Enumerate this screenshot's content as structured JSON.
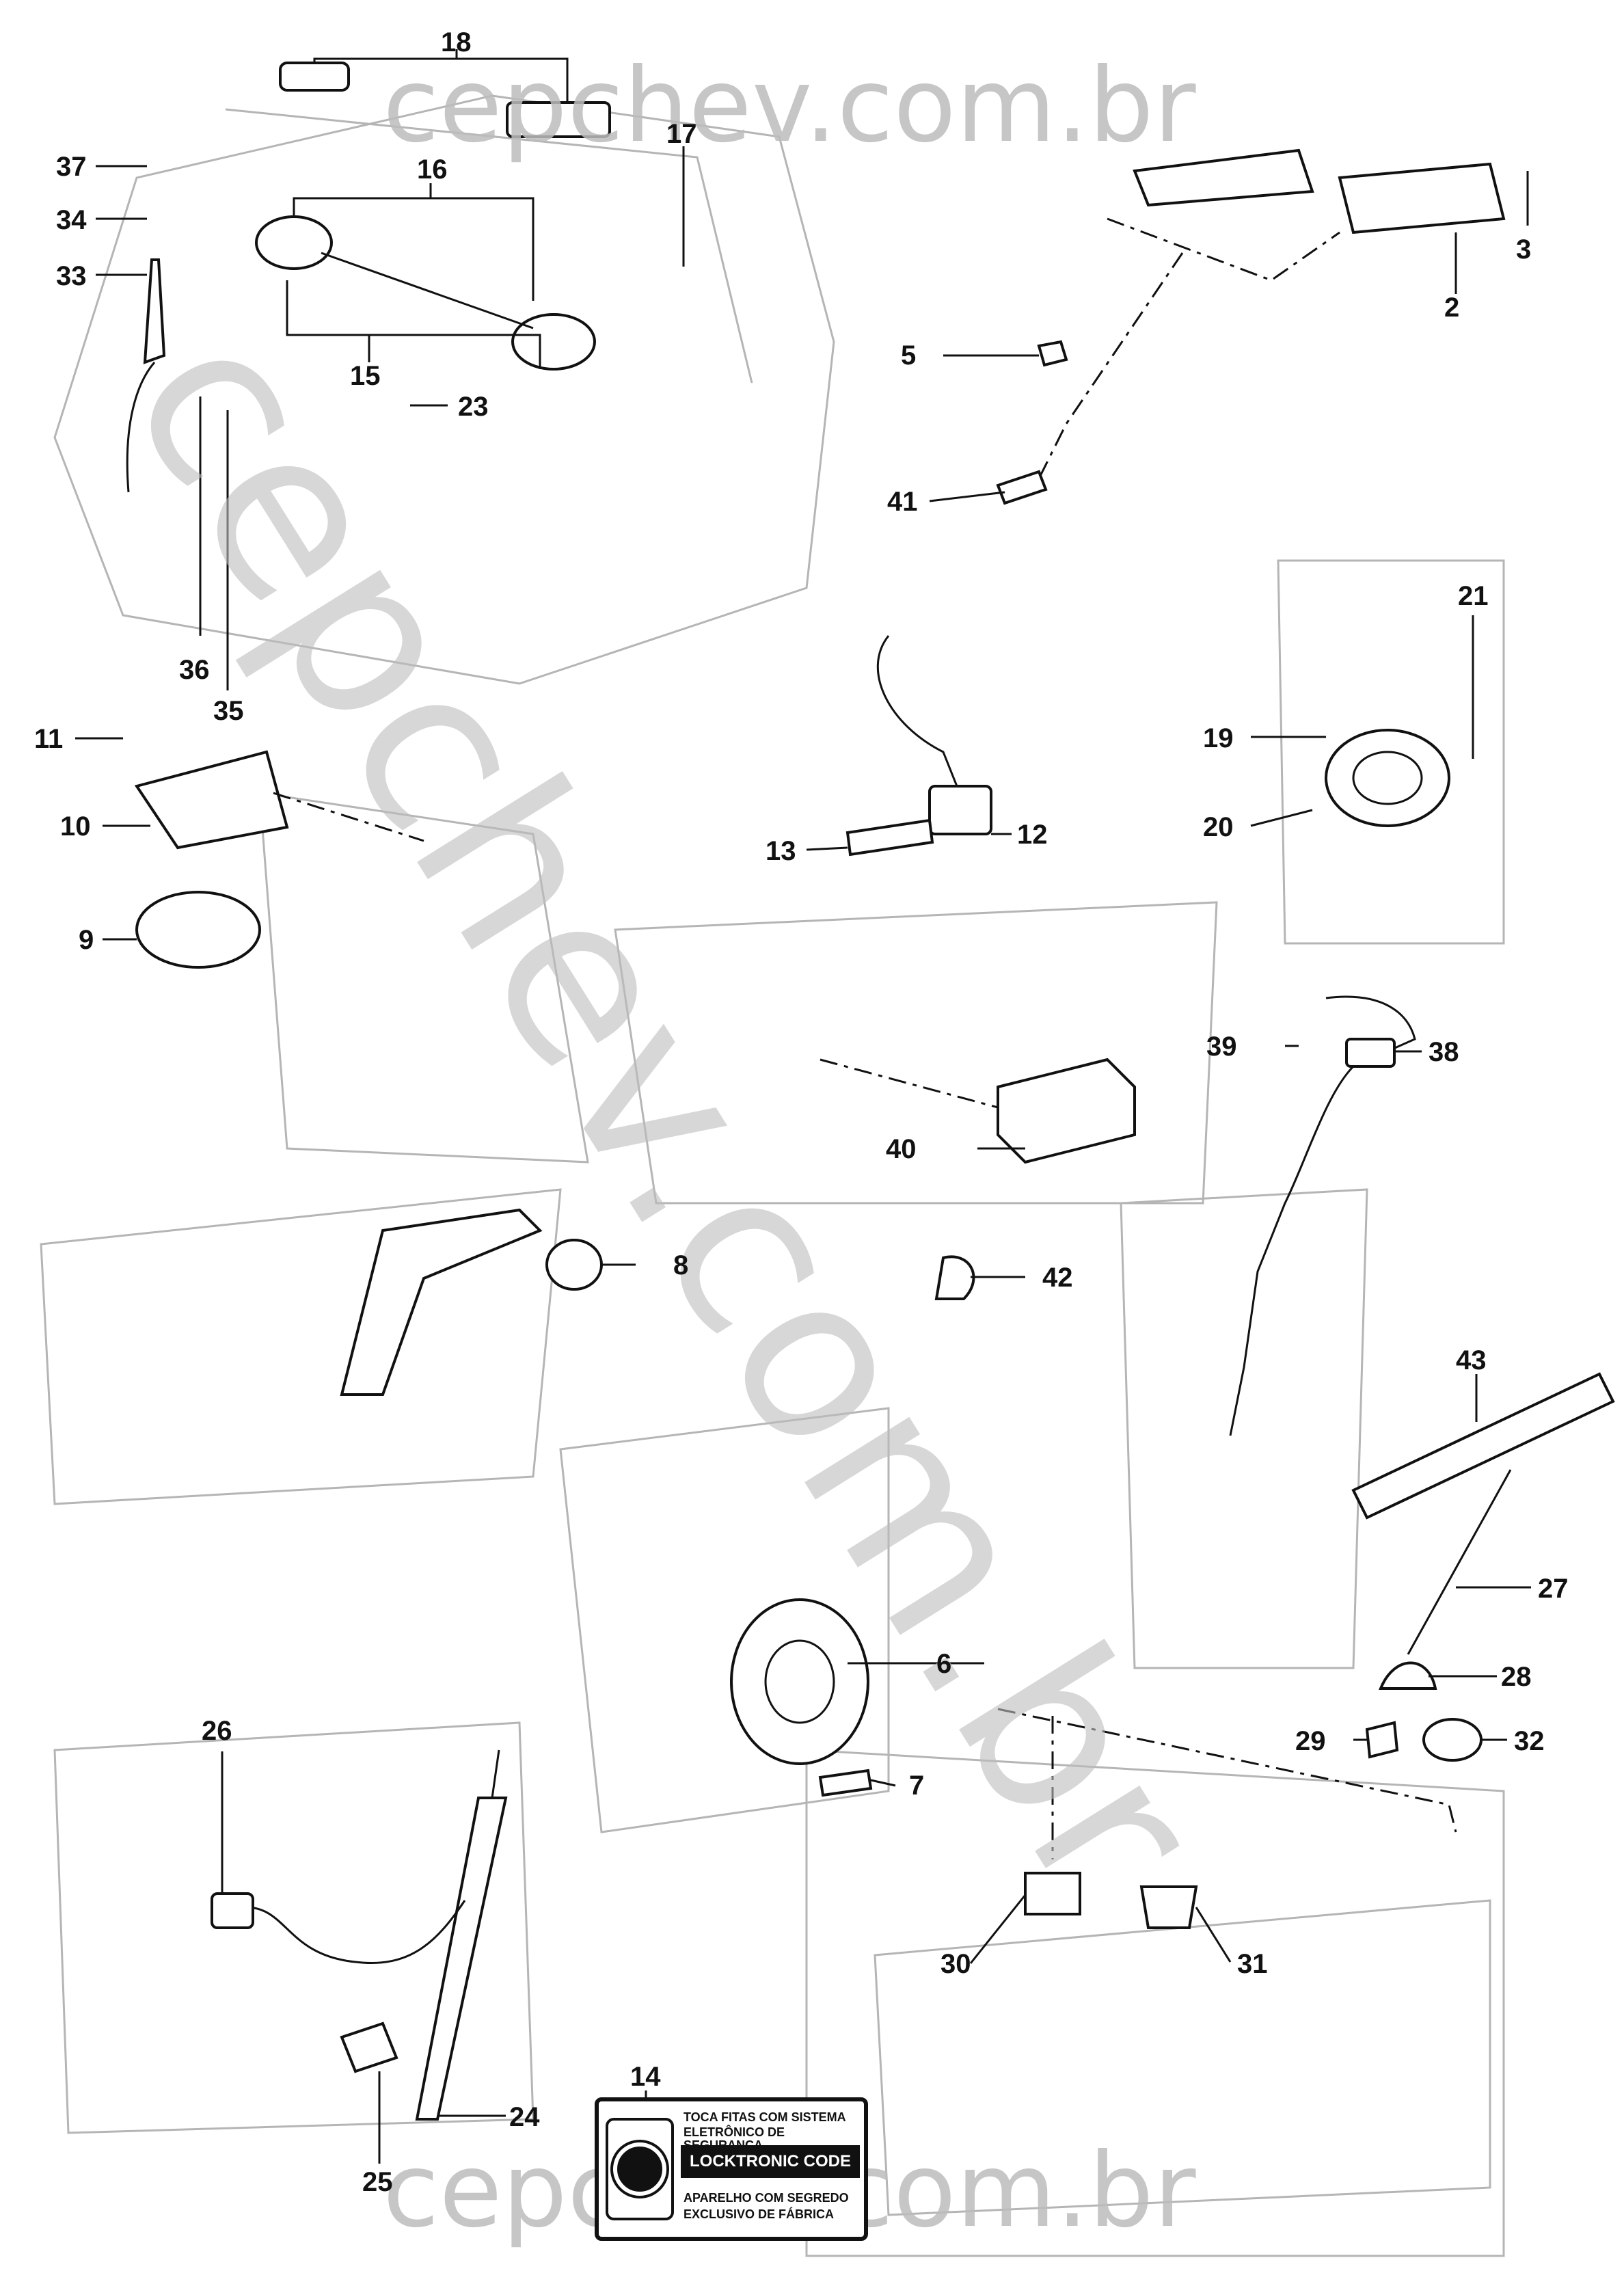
{
  "watermark": {
    "top": "cepchev.com.br",
    "diagonal": "cepchev.com.br",
    "bottom": "cepchev.com.br"
  },
  "callouts": [
    {
      "id": "c2",
      "label": "2"
    },
    {
      "id": "c3",
      "label": "3"
    },
    {
      "id": "c5",
      "label": "5"
    },
    {
      "id": "c6",
      "label": "6"
    },
    {
      "id": "c7",
      "label": "7"
    },
    {
      "id": "c8",
      "label": "8"
    },
    {
      "id": "c9",
      "label": "9"
    },
    {
      "id": "c10",
      "label": "10"
    },
    {
      "id": "c11",
      "label": "11"
    },
    {
      "id": "c12",
      "label": "12"
    },
    {
      "id": "c13",
      "label": "13"
    },
    {
      "id": "c14",
      "label": "14"
    },
    {
      "id": "c15",
      "label": "15"
    },
    {
      "id": "c16",
      "label": "16"
    },
    {
      "id": "c17",
      "label": "17"
    },
    {
      "id": "c18",
      "label": "18"
    },
    {
      "id": "c19",
      "label": "19"
    },
    {
      "id": "c20",
      "label": "20"
    },
    {
      "id": "c21",
      "label": "21"
    },
    {
      "id": "c23",
      "label": "23"
    },
    {
      "id": "c24",
      "label": "24"
    },
    {
      "id": "c25",
      "label": "25"
    },
    {
      "id": "c26",
      "label": "26"
    },
    {
      "id": "c27",
      "label": "27"
    },
    {
      "id": "c28",
      "label": "28"
    },
    {
      "id": "c29",
      "label": "29"
    },
    {
      "id": "c30",
      "label": "30"
    },
    {
      "id": "c31",
      "label": "31"
    },
    {
      "id": "c32",
      "label": "32"
    },
    {
      "id": "c33",
      "label": "33"
    },
    {
      "id": "c34",
      "label": "34"
    },
    {
      "id": "c35",
      "label": "35"
    },
    {
      "id": "c36",
      "label": "36"
    },
    {
      "id": "c37",
      "label": "37"
    },
    {
      "id": "c38",
      "label": "38"
    },
    {
      "id": "c39",
      "label": "39"
    },
    {
      "id": "c40",
      "label": "40"
    },
    {
      "id": "c41",
      "label": "41"
    },
    {
      "id": "c42",
      "label": "42"
    },
    {
      "id": "c43",
      "label": "43"
    }
  ],
  "sticker": {
    "line1": "TOCA FITAS COM SISTEMA",
    "line2": "ELETRÔNICO DE SEGURANÇA",
    "band": "LOCKTRONIC CODE",
    "line3": "APARELHO COM SEGREDO",
    "line4": "EXCLUSIVO DE FÁBRICA"
  }
}
